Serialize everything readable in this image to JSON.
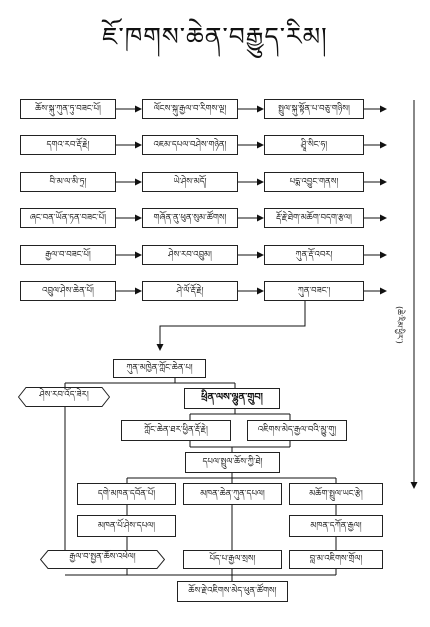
{
  "title": "ཇོ་ཁགས་ཆེན་བརྒྱུད་རིམ།",
  "side_label": "(ཆེ་རིམ་ཕྱིར་)",
  "grid_rows": [
    [
      "ཆོས་སྐུ་ཀུན་ཏུ་བཟང་པོ།",
      "ལོངས་སྐུ་རྒྱལ་བ་རིགས་ལྔ།",
      "སྤྲུལ་སྐུ་སྟོན་པ་བཅུ་གཉིས།"
    ],
    [
      "དགའ་རབ་རྡོ་རྗེ།",
      "འཇམ་དཔལ་བཤེས་གཉེན།",
      "ཤྲཱི་སིང་ཧ།"
    ],
    [
      "བི་མ་ལ་མི་ཏྲ།",
      "ཡེ་ཤེས་མདོ།",
      "པདྨ་འབྱུང་གནས།"
    ],
    [
      "ཞང་བན་ཡོན་ཏན་བཟང་པོ།",
      "གཞོན་ནུ་ཕུན་སུམ་ཚོགས།",
      "རྡོ་རྗེ་ཐེག་མཆོག་བདག་རྩལ།"
    ],
    [
      "རྒྱལ་བ་བཟང་པོ།",
      "ཤེས་རབ་འབྲུམ།",
      "ཀུན་རྡོ་འབར།"
    ],
    [
      "འབྲུལ་ཤེས་ཆེན་པོ།",
      "ཤེ་ལོ་རྡོ་རྗེ།",
      "ཀུན་བཟང་།"
    ]
  ],
  "lower": {
    "main": "ཀུན་མཁྱེན་ཀློང་ཆེན་པ།",
    "left_hex": "ཤེས་རབ་འོད་ཟེར།",
    "dark_box": "ཕྲིན་ལས་ལྷུན་གྲུབ།",
    "pair_left": "ཀློང་ཆེན་ཐར་ཕྱིན་རྡོ་རྗེ།",
    "pair_right": "འཇིགས་མེད་རྒྱལ་བའི་མྱུ་གུ།",
    "center": "དཔལ་སྤྲུལ་ཆོས་ཀྱི་ཐེ།",
    "branch_left": "དགེ་མཁན་དབོན་པོ།",
    "branch_mid": "མཁན་ཆེན་ཀུན་དཔལ།",
    "branch_right": "མཆོག་སྤྲུལ་ཡང་རྩེ།",
    "sub_left": "མཁན་པོ་ཤེས་དཔལ།",
    "sub_right": "མཁན་དཀོན་རྒྱལ།",
    "bottom_hex": "རྒྱལ་བ་སྤྱན་ཆོས་འཕེལ།",
    "bottom_mid": "པོད་པ་རྒྱལ་སྲས།",
    "bottom_right": "བླ་མ་འཇིགས་གྲོལ།",
    "final": "ཆོས་རྗེ་འཇིགས་མེད་ཕུན་ཚོགས།"
  }
}
